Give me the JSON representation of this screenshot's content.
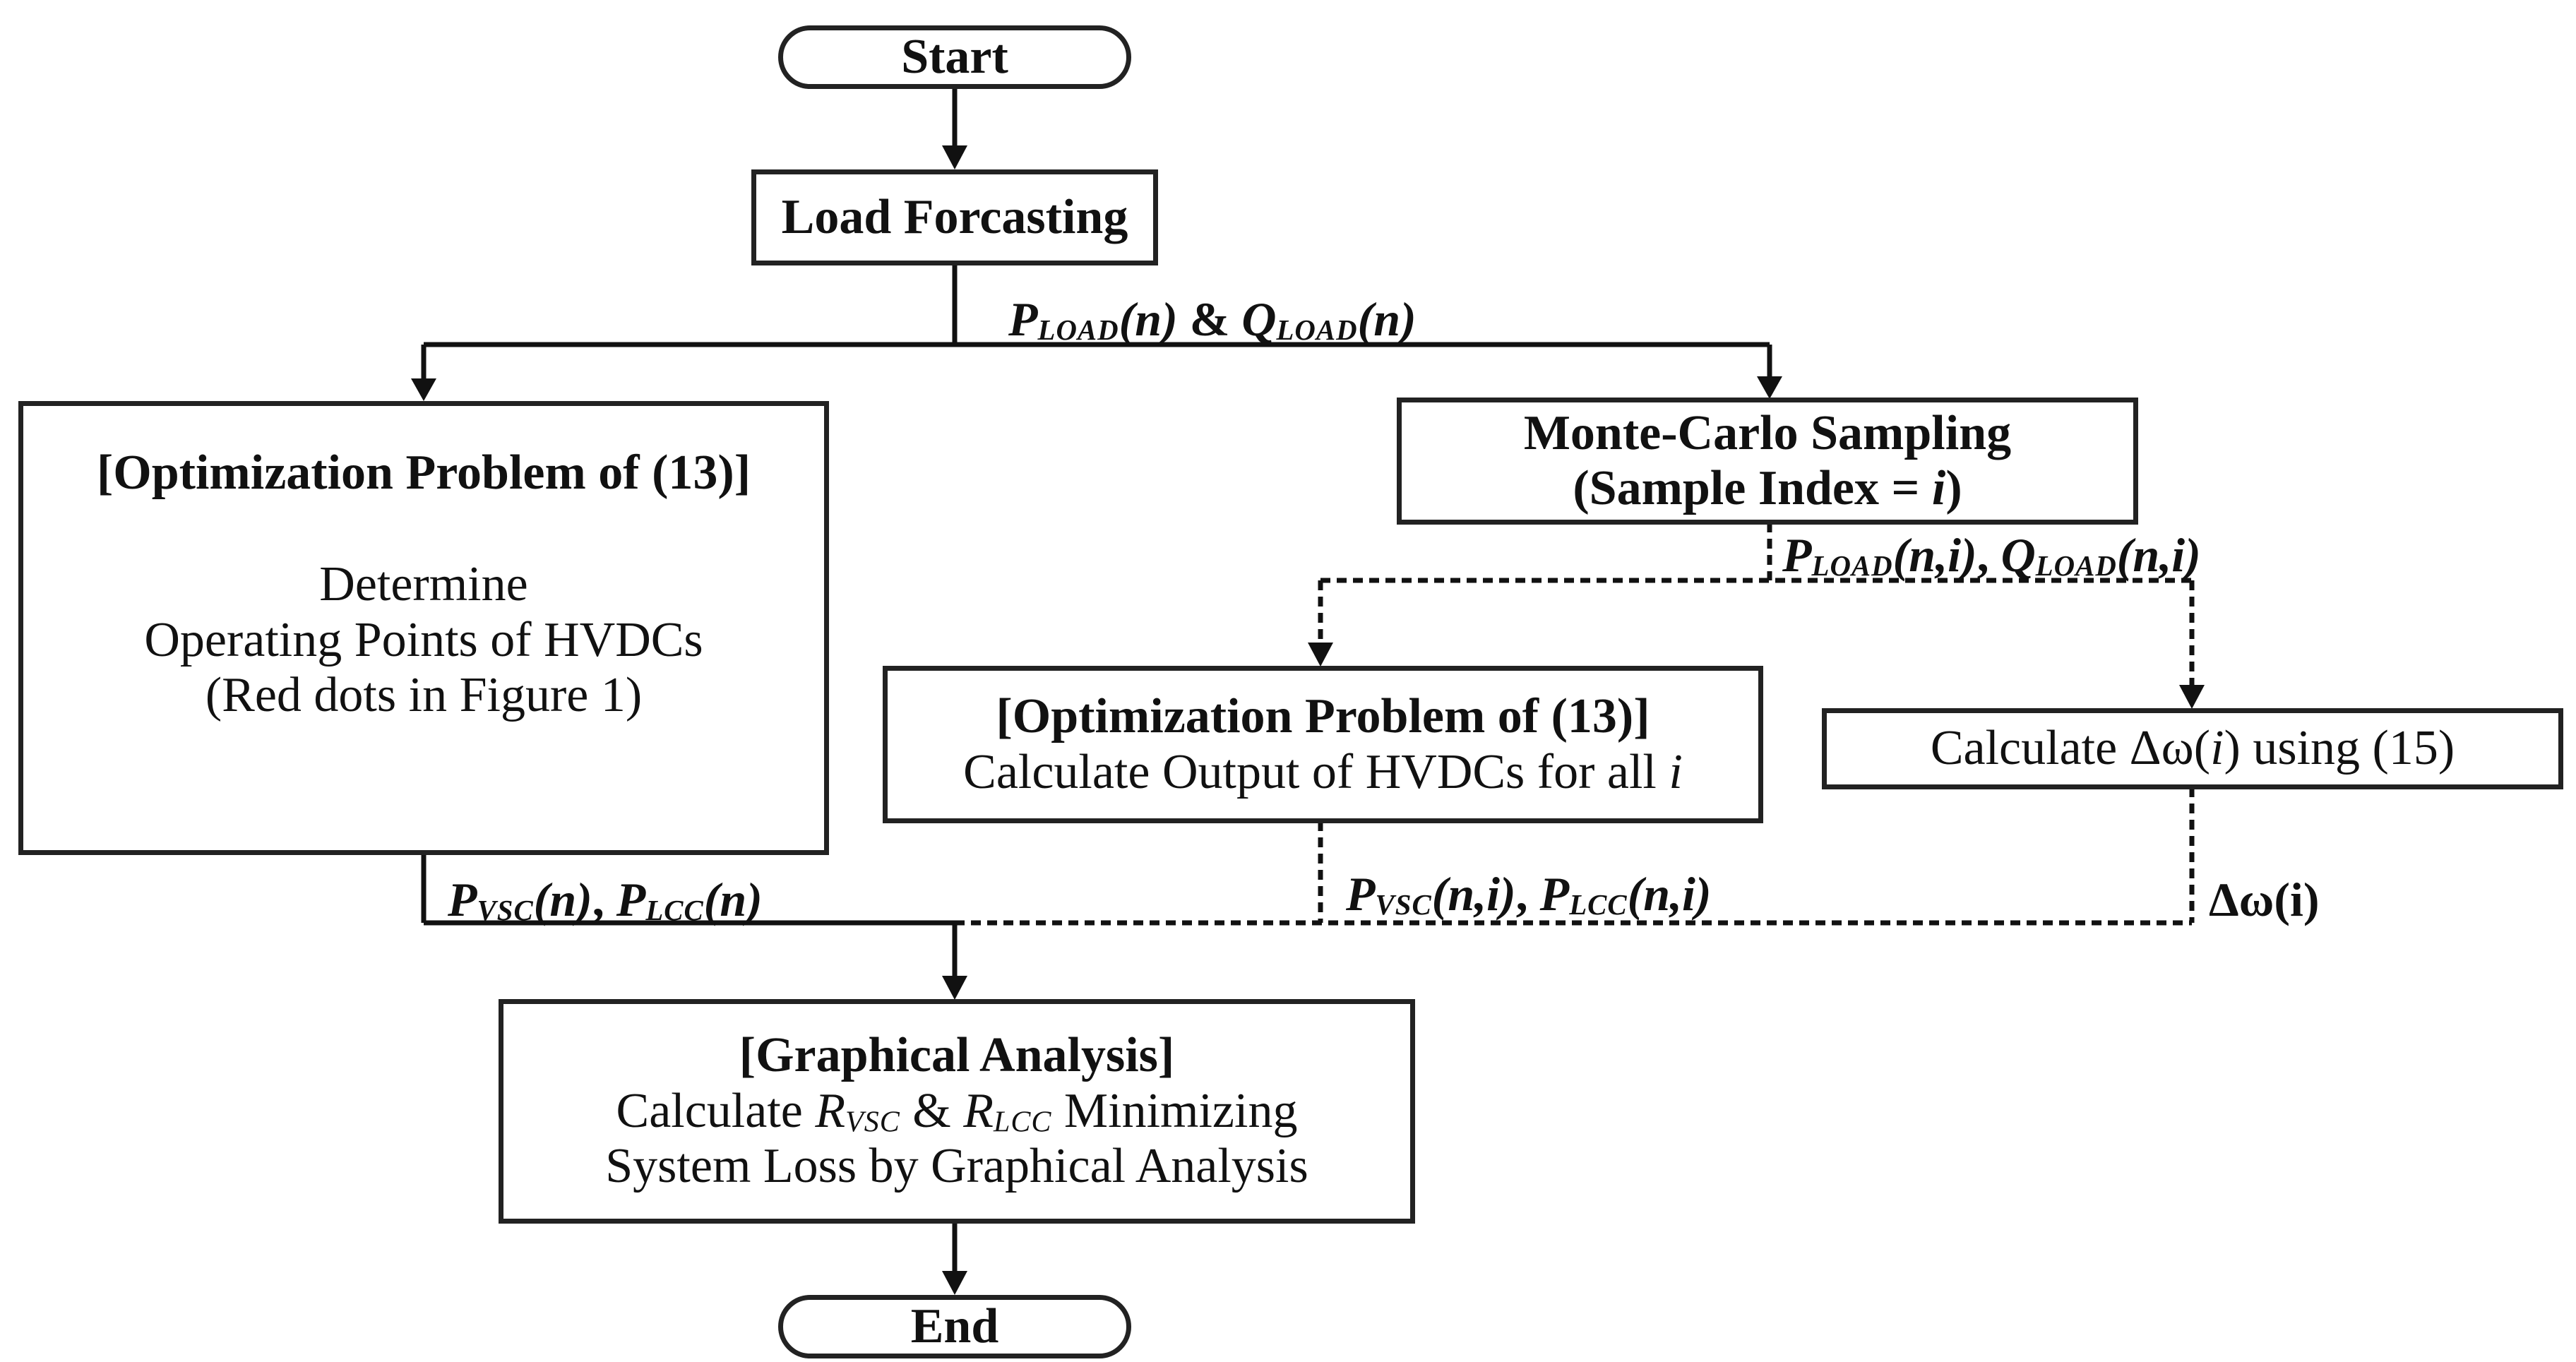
{
  "start": "Start",
  "end": "End",
  "load_forecasting": "Load Forcasting",
  "optimization_left": {
    "heading": "[Optimization Problem of (13)]",
    "line1": "Determine",
    "line2": "Operating Points of HVDCs",
    "line3": "(Red dots in Figure 1)"
  },
  "monte_carlo": {
    "line1": "Monte-Carlo Sampling",
    "line2_prefix": "(Sample Index = ",
    "line2_var": "i",
    "line2_suffix": ")"
  },
  "optimization_mid": {
    "heading": "[Optimization Problem of (13)]",
    "line_prefix": "Calculate Output of HVDCs for all ",
    "line_var": "i"
  },
  "calc_delta": {
    "prefix": "Calculate Δω(",
    "var": "i",
    "suffix": ") using (15)"
  },
  "graphical": {
    "heading": "[Graphical Analysis]",
    "line1_prefix": "Calculate ",
    "r_vsc_base": "R",
    "r_vsc_sub": "VSC",
    "amp": " & ",
    "r_lcc_base": "R",
    "r_lcc_sub": "LCC",
    "line1_suffix": " Minimizing",
    "line2": "System Loss by Graphical Analysis"
  },
  "labels": {
    "p_load_n": {
      "base": "P",
      "sub": "LOAD",
      "arg": "(n)"
    },
    "amp": " & ",
    "q_load_n": {
      "base": "Q",
      "sub": "LOAD",
      "arg": "(n)"
    },
    "p_load_ni": {
      "base": "P",
      "sub": "LOAD",
      "arg": "(n,i)"
    },
    "comma": ", ",
    "q_load_ni": {
      "base": "Q",
      "sub": "LOAD",
      "arg": "(n,i)"
    },
    "p_vsc_n": {
      "base": "P",
      "sub": "VSC",
      "arg": "(n)"
    },
    "p_lcc_n": {
      "base": "P",
      "sub": "LCC",
      "arg": "(n)"
    },
    "p_vsc_ni": {
      "base": "P",
      "sub": "VSC",
      "arg": "(n,i)"
    },
    "p_lcc_ni": {
      "base": "P",
      "sub": "LCC",
      "arg": "(n,i)"
    },
    "delta_omega": "Δω(i)"
  }
}
